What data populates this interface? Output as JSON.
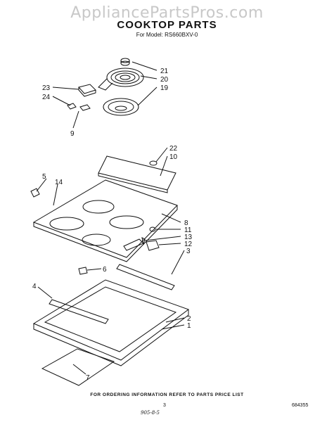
{
  "watermark": "AppliancePartsPros.com",
  "title": "COOKTOP PARTS",
  "model_line": "For Model: RS660BXV-0",
  "footer": "FOR ORDERING INFORMATION REFER TO PARTS PRICE LIST",
  "page_number": "3",
  "handwritten_note": "905-8-5",
  "document_number": "684355",
  "callouts": {
    "c21": "21",
    "c20": "20",
    "c19": "19",
    "c23": "23",
    "c24": "24",
    "c9": "9",
    "c22": "22",
    "c10": "10",
    "c5": "5",
    "c14": "14",
    "c8": "8",
    "c11": "11",
    "c13": "13",
    "c12": "12",
    "c3": "3",
    "c6": "6",
    "c4": "4",
    "c2": "2",
    "c1": "1",
    "c7": "7"
  }
}
